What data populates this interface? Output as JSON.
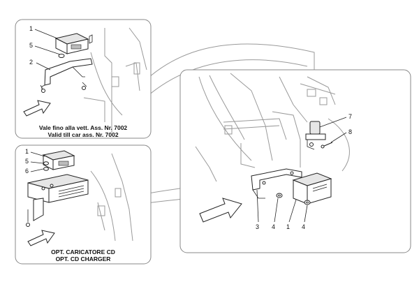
{
  "panels": {
    "top_left": {
      "callouts": [
        "1",
        "5",
        "2"
      ],
      "caption_line1": "Vale fino alla vett. Ass. Nr. 7002",
      "caption_line2": "Valid till car ass. Nr. 7002"
    },
    "bottom_left": {
      "callouts": [
        "1",
        "5",
        "6"
      ],
      "caption_line1": "OPT. CARICATORE CD",
      "caption_line2": "OPT. CD CHARGER"
    },
    "main": {
      "callouts": [
        "7",
        "8",
        "3",
        "4",
        "1",
        "4"
      ]
    }
  }
}
